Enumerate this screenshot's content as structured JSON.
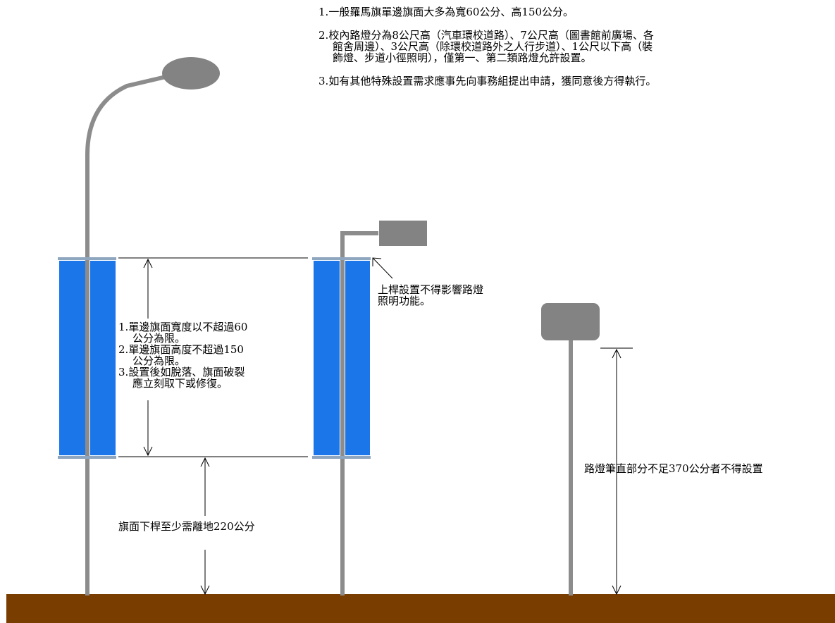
{
  "colors": {
    "pole": "#8c8c8c",
    "lamp": "#838383",
    "banner": "#1a76e9",
    "banner_edge": "#8fa6bf",
    "ground": "#7a3d00",
    "line": "#000000"
  },
  "top_notes": [
    {
      "num": "1.",
      "lines": [
        "一般羅馬旗單邊旗面大多為寬60公分、高150公分。"
      ]
    },
    {
      "num": "2.",
      "lines": [
        "校內路燈分為8公尺高（汽車環校道路）、7公尺高（圖書館前廣場、各",
        "館舍周邊）、3公尺高（除環校道路外之人行步道）、1公尺以下高（裝",
        "飾燈、步道小徑照明），僅第一、第二類路燈允許設置。"
      ]
    },
    {
      "num": "3.",
      "lines": [
        "如有其他特殊設置需求應事先向事務組提出申請，獲同意後方得執行。"
      ]
    }
  ],
  "banner_notes": [
    {
      "num": "1.",
      "lines": [
        "單邊旗面寬度以不超過60",
        "公分為限。"
      ]
    },
    {
      "num": "2.",
      "lines": [
        "單邊旗面高度不超過150",
        "公分為限。"
      ]
    },
    {
      "num": "3.",
      "lines": [
        "設置後如脫落、旗面破裂",
        "應立刻取下或修復。"
      ]
    }
  ],
  "arm_note": [
    "上桿設置不得影響路燈",
    "照明功能。"
  ],
  "clearance_note": "旗面下桿至少需離地220公分",
  "height_note": "路燈筆直部分不足370公分者不得設置"
}
